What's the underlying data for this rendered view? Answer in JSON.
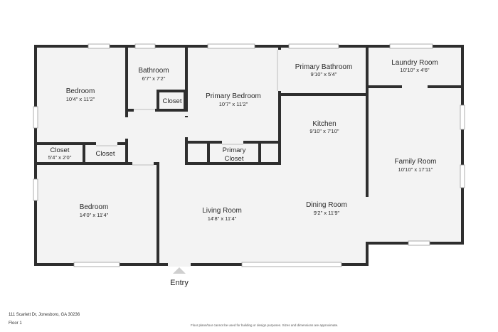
{
  "rooms": {
    "bedroom_left_top": {
      "name": "Bedroom",
      "dims": "10'4\" x 11'2\""
    },
    "bathroom": {
      "name": "Bathroom",
      "dims": "6'7\" x 7'2\""
    },
    "closet_bath": {
      "name": "Closet"
    },
    "primary_bedroom": {
      "name": "Primary Bedroom",
      "dims": "10'7\" x 11'2\""
    },
    "primary_bathroom": {
      "name": "Primary Bathroom",
      "dims": "9'10\" x 5'4\""
    },
    "laundry_room": {
      "name": "Laundry Room",
      "dims": "10'10\" x 4'6\""
    },
    "closet_left": {
      "name": "Closet",
      "dims": "5'4\" x 2'0\""
    },
    "closet_mid": {
      "name": "Closet"
    },
    "primary_closet": {
      "name": "Primary Closet"
    },
    "kitchen": {
      "name": "Kitchen",
      "dims": "9'10\" x 7'10\""
    },
    "family_room": {
      "name": "Family Room",
      "dims": "10'10\" x 17'11\""
    },
    "bedroom_left_bottom": {
      "name": "Bedroom",
      "dims": "14'0\" x 11'4\""
    },
    "living_room": {
      "name": "Living Room",
      "dims": "14'8\" x 11'4\""
    },
    "dining_room": {
      "name": "Dining Room",
      "dims": "9'2\" x 11'9\""
    }
  },
  "entry_label": "Entry",
  "footer": {
    "address": "111 Scarlett Dr, Jonesboro, GA 30236",
    "floor": "Floor 1",
    "disclaimer": "Floor plans/tour cannot be used for building or design purposes. Sizes and dimensions are approximate."
  },
  "colors": {
    "wall": "#2e2e2e",
    "floor": "#f3f3f3",
    "window": "#ffffff",
    "window_line": "#9a9a9a"
  }
}
